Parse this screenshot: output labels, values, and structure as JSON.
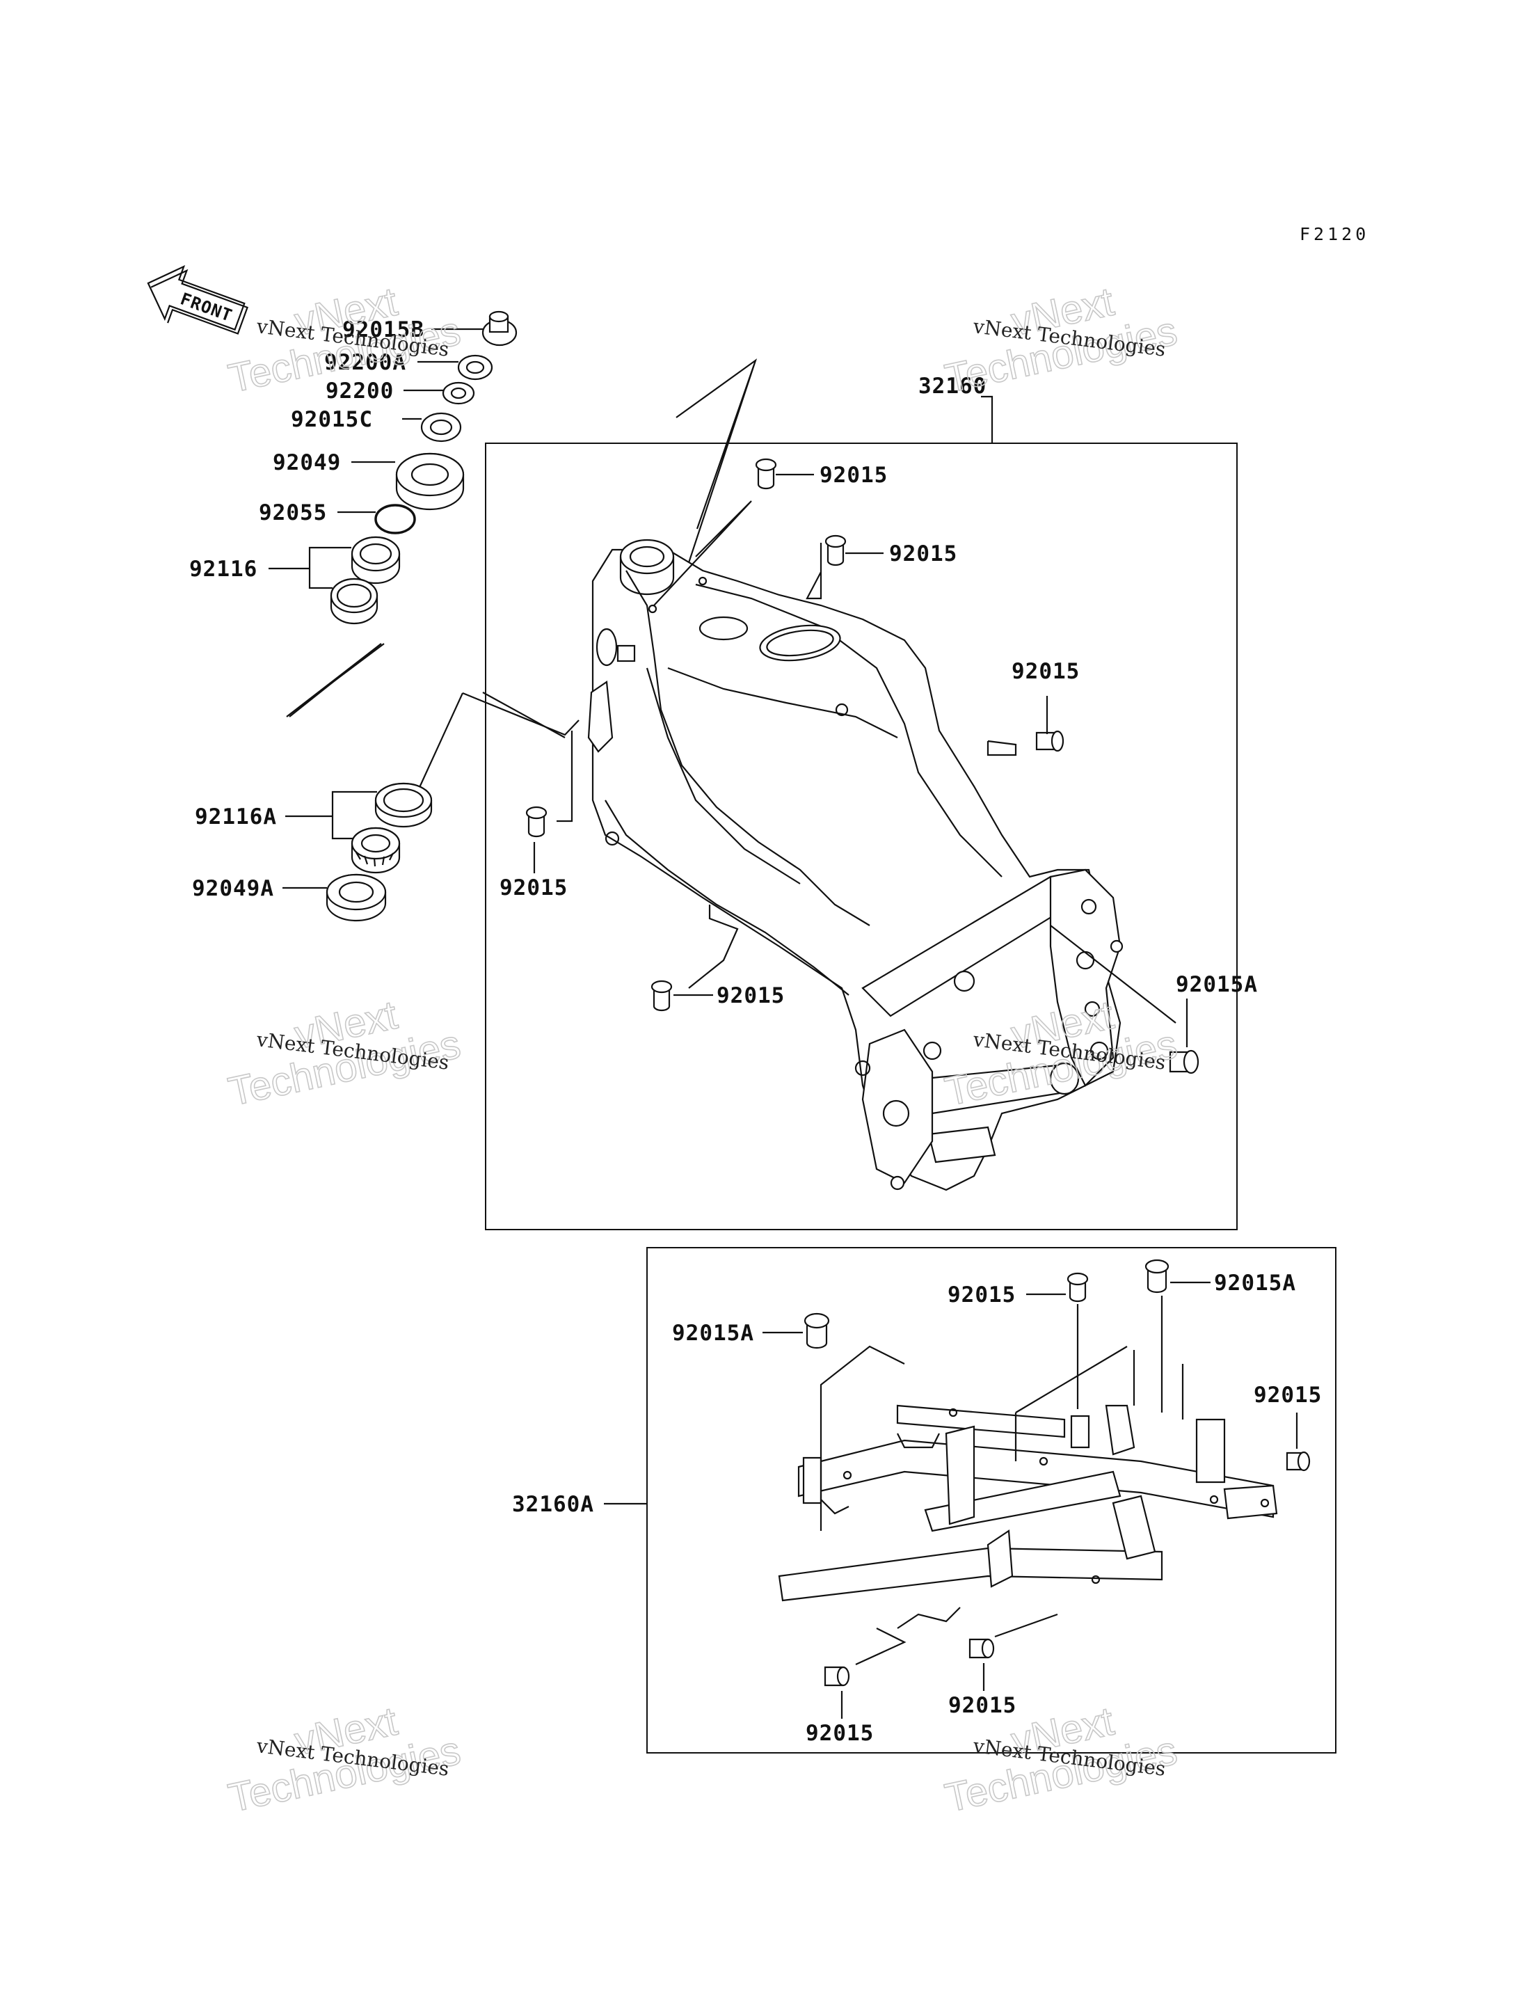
{
  "diagram_code": "F2120",
  "front_arrow_label": "FRONT",
  "watermark": {
    "line1": "vNext Technologies",
    "line2a": "vNext",
    "line2b": "Technologies"
  },
  "labels": {
    "p92015B": "92015B",
    "p92200A": "92200A",
    "p92200": "92200",
    "p92015C": "92015C",
    "p92049": "92049",
    "p92055": "92055",
    "p92116": "92116",
    "p92116A": "92116A",
    "p92049A": "92049A",
    "p32160": "32160",
    "f92015_a": "92015",
    "f92015_b": "92015",
    "f92015_c": "92015",
    "f92015_d": "92015",
    "f92015_e": "92015",
    "f92015A": "92015A",
    "p32160A": "32160A",
    "s92015_top": "92015",
    "s92015A_right": "92015A",
    "s92015A_left": "92015A",
    "s92015_right": "92015",
    "s92015_bl": "92015",
    "s92015_br": "92015"
  }
}
